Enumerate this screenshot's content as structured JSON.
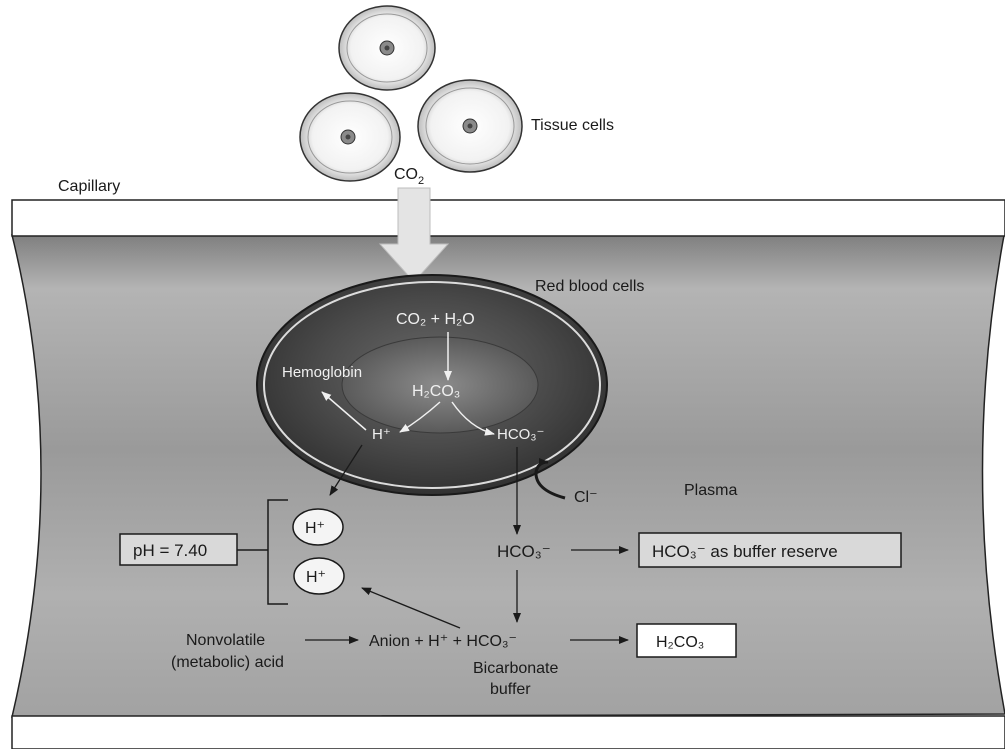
{
  "labels": {
    "tissue_cells": "Tissue cells",
    "co2": "CO",
    "co2_sub": "2",
    "capillary": "Capillary",
    "red_blood_cells": "Red blood cells",
    "reaction_top": "CO₂ + H₂O",
    "carbonic_acid": "H₂CO₃",
    "hemoglobin": "Hemoglobin",
    "h_ion": "H⁺",
    "bicarbonate_ion": "HCO₃⁻",
    "chloride": "Cl⁻",
    "plasma": "Plasma",
    "ph_box": "pH = 7.40",
    "h_plus_1": "H⁺",
    "h_plus_2": "H⁺",
    "bicarbonate_plasma": "HCO₃⁻",
    "buffer_reserve": "HCO₃⁻ as buffer reserve",
    "nonvolatile_line1": "Nonvolatile",
    "nonvolatile_line2": "(metabolic) acid",
    "anion_reaction": "Anion + H⁺ + HCO₃⁻",
    "bicarbonate_buffer_line1": "Bicarbonate",
    "bicarbonate_buffer_line2": "buffer",
    "carbonic_acid_box": "H₂CO₃"
  },
  "colors": {
    "capillary_fill": "#8f8f8f",
    "rbc_fill": "#4a4a4a",
    "box_fill": "#d9d9d9",
    "arrow": "#d0d0d0"
  }
}
